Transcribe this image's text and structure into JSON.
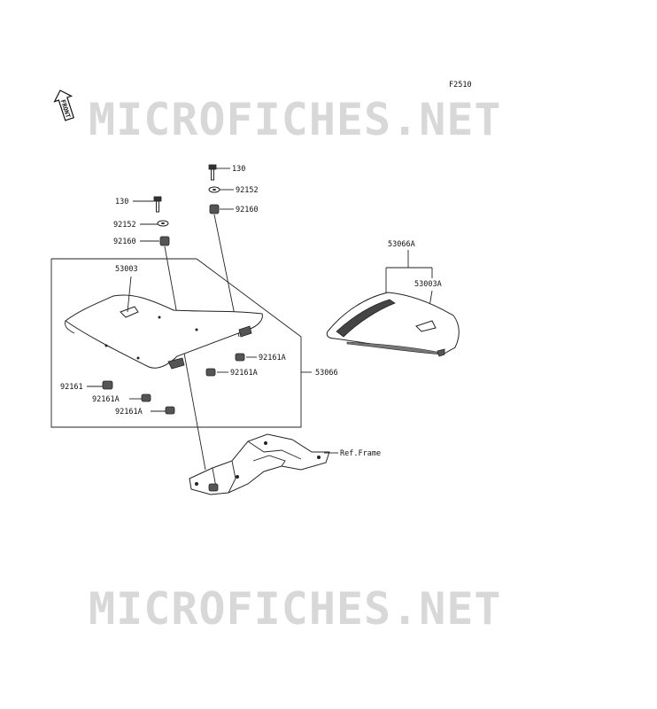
{
  "diagram_code": "F2510",
  "watermark": {
    "top": "MICROFICHES.NET",
    "bottom": "MICROFICHES.NET"
  },
  "front_tag": "FRONT",
  "parts": {
    "bolt_left": "130",
    "bolt_right": "130",
    "washer_left": "92152",
    "washer_right": "92152",
    "collar_left": "92160",
    "collar_right": "92160",
    "seat_base": "53003",
    "seat_pad_left": "92161",
    "pad_bottom_left": "92161A",
    "pad_bottom_right": "92161A",
    "pad_right_upper": "92161A",
    "pad_right_lower": "92161A",
    "seat_assy": "53066",
    "rear_seat_assy": "53066A",
    "rear_seat_base": "53003A",
    "frame_ref": "Ref.Frame"
  }
}
